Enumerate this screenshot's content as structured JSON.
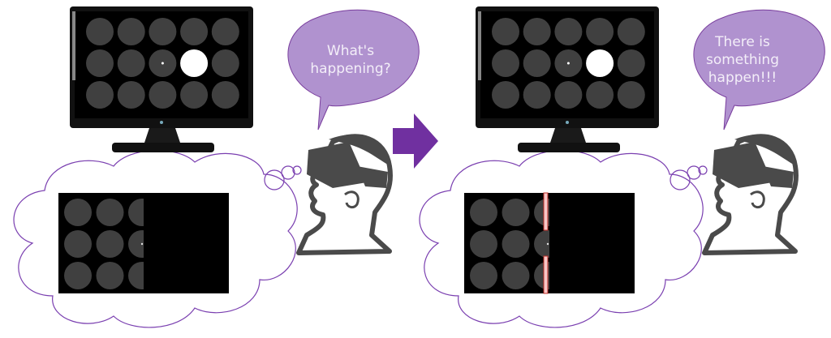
{
  "panels": [
    {
      "speech": "What's happening?",
      "speech_lines": [
        "What's",
        "happening?"
      ],
      "boundary_marker": false
    },
    {
      "speech": "There is something happen!!!",
      "speech_lines": [
        "There is",
        "something",
        "happen!!!"
      ],
      "boundary_marker": true
    }
  ],
  "colors": {
    "bubble": "#b092cf",
    "bubble_stroke": "#7a3f9e",
    "arrow": "#7030a0",
    "cloud_stroke": "#7a3fb0",
    "circle": "#404040",
    "highlight": "#ffffff",
    "marker": "#f7c6c6",
    "marker_stroke": "#c0302a",
    "head": "#4a4a4a"
  },
  "grid": {
    "rows": 3,
    "cols": 5,
    "highlighted": {
      "row": 1,
      "col": 3
    },
    "fixation": {
      "row": 1,
      "col": 2
    }
  }
}
